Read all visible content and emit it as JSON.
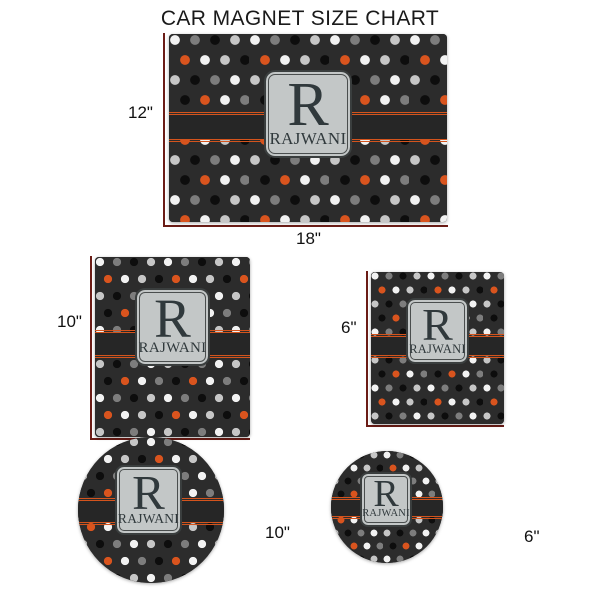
{
  "page": {
    "title": "CAR MAGNET SIZE CHART",
    "background_color": "#ffffff"
  },
  "design": {
    "monogram_initial": "R",
    "monogram_surname": "RAJWANI",
    "pattern": "polka-dots",
    "colors": {
      "background": "#2c2c2c",
      "dot_white": "#f2f2f2",
      "dot_light_gray": "#c6c6c6",
      "dot_mid_gray": "#7d7d7d",
      "dot_black": "#0d0d0d",
      "dot_orange": "#d9541e",
      "band": "#262626",
      "band_stripe": "#d4541d",
      "plaque_face": "#c3c7c7",
      "plaque_border": "#3a3e3e",
      "plaque_text": "#30393c",
      "measure_line": "#6b1c16"
    }
  },
  "products": [
    {
      "id": "large-rectangle",
      "shape": "rectangle",
      "height_label": "12\"",
      "width_label": "18\""
    },
    {
      "id": "square-10",
      "shape": "square",
      "size_label": "10\""
    },
    {
      "id": "square-6",
      "shape": "square",
      "size_label": "6\""
    },
    {
      "id": "circle-10",
      "shape": "circle",
      "size_label": "10\""
    },
    {
      "id": "circle-6",
      "shape": "circle",
      "size_label": "6\""
    }
  ],
  "chart_data": {
    "type": "table",
    "title": "CAR MAGNET SIZE CHART",
    "categories": [
      "Rectangle 18x12",
      "Square 10",
      "Square 6",
      "Circle 10",
      "Circle 6"
    ],
    "values": [
      {
        "shape": "rectangle",
        "width_in": 18,
        "height_in": 12
      },
      {
        "shape": "square",
        "width_in": 10,
        "height_in": 10
      },
      {
        "shape": "square",
        "width_in": 6,
        "height_in": 6
      },
      {
        "shape": "circle",
        "diameter_in": 10
      },
      {
        "shape": "circle",
        "diameter_in": 6
      }
    ],
    "xlabel": "",
    "ylabel": ""
  }
}
